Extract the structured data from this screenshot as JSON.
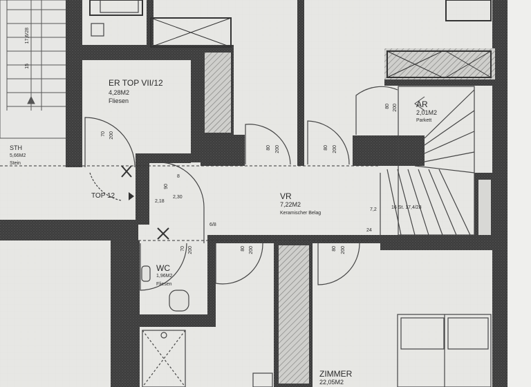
{
  "rooms": {
    "storage": {
      "name": "ER TOP VII/12",
      "area": "4,28M2",
      "finish": "Fliesen"
    },
    "hall": {
      "name": "VR",
      "area": "7,22M2",
      "finish": "Keramischer Belag"
    },
    "ar": {
      "name": "AR",
      "area": "2,01M2",
      "finish": "Parkett"
    },
    "wc": {
      "name": "WC",
      "area": "1,96M2",
      "finish": "Fliesen"
    },
    "zimmer": {
      "name": "ZIMMER",
      "area": "22,05M2"
    },
    "stairwell": {
      "name": "STH",
      "area": "5,66M2",
      "finish": "Stein"
    }
  },
  "unit_label": "TOP 12",
  "stair_label": "16 St. 17,4/28",
  "stair_dims": [
    "17,6/28",
    "15"
  ],
  "door_dims": {
    "storage_door": [
      "70",
      "200"
    ],
    "ar_door": [
      "80",
      "200"
    ],
    "hall_door_a": [
      "80",
      "200"
    ],
    "hall_door_b": [
      "80",
      "200"
    ],
    "entrance": [
      "8",
      "90",
      "2,18",
      "2,30"
    ],
    "wc_door": [
      "70",
      "200"
    ],
    "zimmer_door_a": [
      "80",
      "200"
    ],
    "zimmer_door_b": [
      "80",
      "200"
    ],
    "misc": [
      "24",
      "6/8",
      "7,2"
    ]
  },
  "colors": {
    "wall": "#3b3b3b",
    "paper": "#e9e9e7",
    "line": "#4a4a4a"
  }
}
